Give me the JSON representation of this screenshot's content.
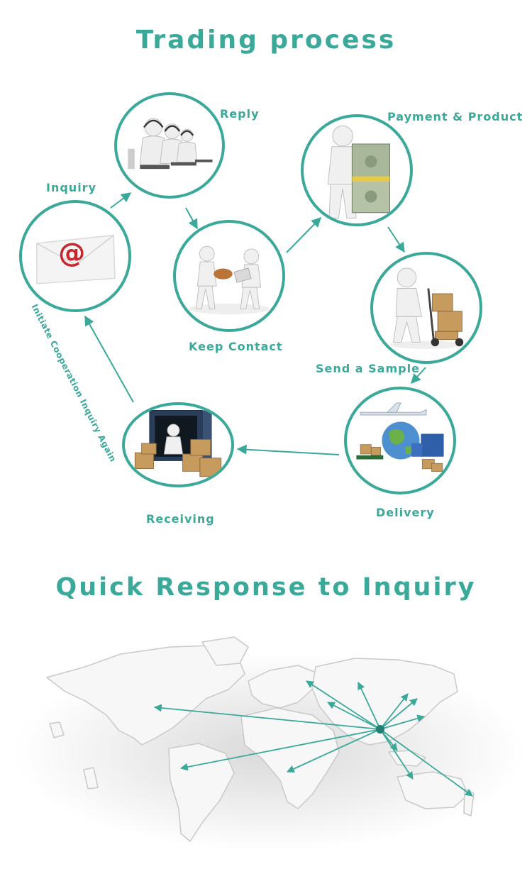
{
  "header": {
    "title": "Trading process"
  },
  "steps": {
    "inquiry": "Inquiry",
    "reply": "Reply",
    "keep_contact": "Keep Contact",
    "payment": "Payment & Product",
    "send_sample": "Send a Sample",
    "delivery": "Delivery",
    "receiving": "Receiving"
  },
  "loop_label": "Initiate Cooperation Inquiry Again",
  "section2": {
    "title": "Quick Response to Inquiry"
  },
  "colors": {
    "accent": "#3aa99a",
    "envelope_symbol": "#c8262c",
    "box": "#c79a5e"
  }
}
